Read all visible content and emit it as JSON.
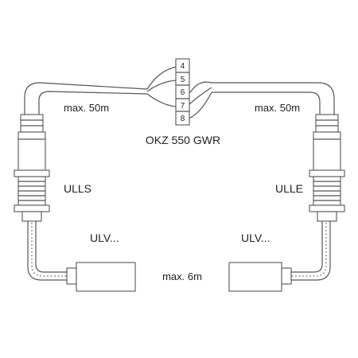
{
  "terminal_block": {
    "pins": [
      "4",
      "5",
      "6",
      "7",
      "8"
    ],
    "label": "OKZ 550 GWR"
  },
  "cables": {
    "left_long": "max. 50m",
    "right_long": "max. 50m",
    "short": "max. 6m"
  },
  "sensors": {
    "left": "ULLS",
    "right": "ULLE"
  },
  "probes": {
    "left": "ULV...",
    "right": "ULV..."
  }
}
